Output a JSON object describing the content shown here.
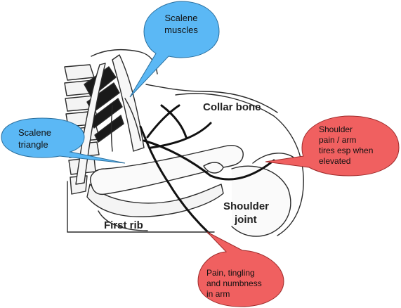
{
  "colors": {
    "blue_callout": "#5bb8f5",
    "red_callout": "#f06060",
    "line_art": "#2a2a2a",
    "nerve": "#111111"
  },
  "illustration": {
    "labels": {
      "collar_bone": "Collar bone",
      "first_rib": "First rib",
      "shoulder_joint_line1": "Shoulder",
      "shoulder_joint_line2": "joint"
    }
  },
  "callouts": {
    "scalene_muscles": {
      "line1": "Scalene",
      "line2": "muscles"
    },
    "scalene_triangle": {
      "line1": "Scalene",
      "line2": "triangle"
    },
    "shoulder_pain": {
      "line1": "Shoulder",
      "line2": "pain / arm",
      "line3": "tires esp when",
      "line4": "elevated"
    },
    "arm_symptoms": {
      "line1": "Pain, tingling",
      "line2": "and numbness",
      "line3": "in arm"
    }
  }
}
